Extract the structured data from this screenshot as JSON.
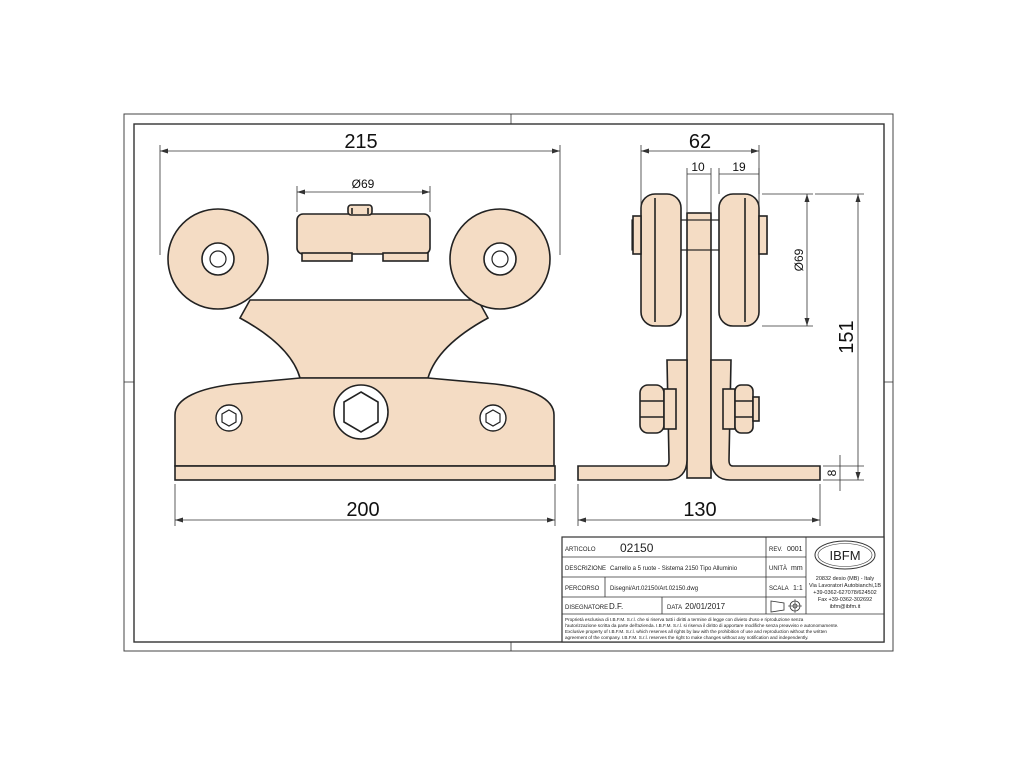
{
  "dimensions": {
    "front_width_top": "215",
    "front_wheel_dia": "Ø69",
    "front_width_bottom": "200",
    "side_width_top": "62",
    "side_gap_a": "10",
    "side_gap_b": "19",
    "side_wheel_dia": "Ø69",
    "side_height": "151",
    "side_base_thickness": "8",
    "side_width_bottom": "130"
  },
  "title_block": {
    "articolo_label": "ARTICOLO",
    "articolo_value": "02150",
    "rev_label": "REV.",
    "rev_value": "0001",
    "descrizione_label": "DESCRIZIONE",
    "descrizione_value": "Carrello a 5 ruote - Sistema 2150 Tipo Alluminio",
    "unita_label": "UNITÀ",
    "unita_value": "mm",
    "percorso_label": "PERCORSO",
    "percorso_value": "Disegni/Art.02150/Art.02150.dwg",
    "scala_label": "SCALA",
    "scala_value": "1:1",
    "disegnatore_label": "DISEGNATORE",
    "disegnatore_value": "D.F.",
    "data_label": "DATA",
    "data_value": "20/01/2017",
    "logo_text": "IBFM",
    "address_1": "20832 desio (MB) - Italy",
    "address_2": "Via Lavoratori Autobianchi,1B",
    "phone": "+39-0362-627078/624502",
    "fax": "Fax +39-0362-302692",
    "email": "ibfm@ibfm.it",
    "notice_1": "Proprietà esclusiva di I.B.F.M. S.r.l. che si riserva tutti i diritti a termine di legge con divieto d'uso e riproduzione senza",
    "notice_2": "l'autorizzazione scritta da parte dell'azienda. I.B.F.M. S.r.l. si riserva il diritto di apportare modifiche senza preavviso e autonomamente.",
    "notice_3": "Exclusive property of I.B.F.M. S.r.l. which reserves all rights by law with the prohibition of use and reproduction without the written",
    "notice_4": "agreement of the company. I.B.F.M. S.r.l. reserves the right to make changes without any notification and independently."
  }
}
